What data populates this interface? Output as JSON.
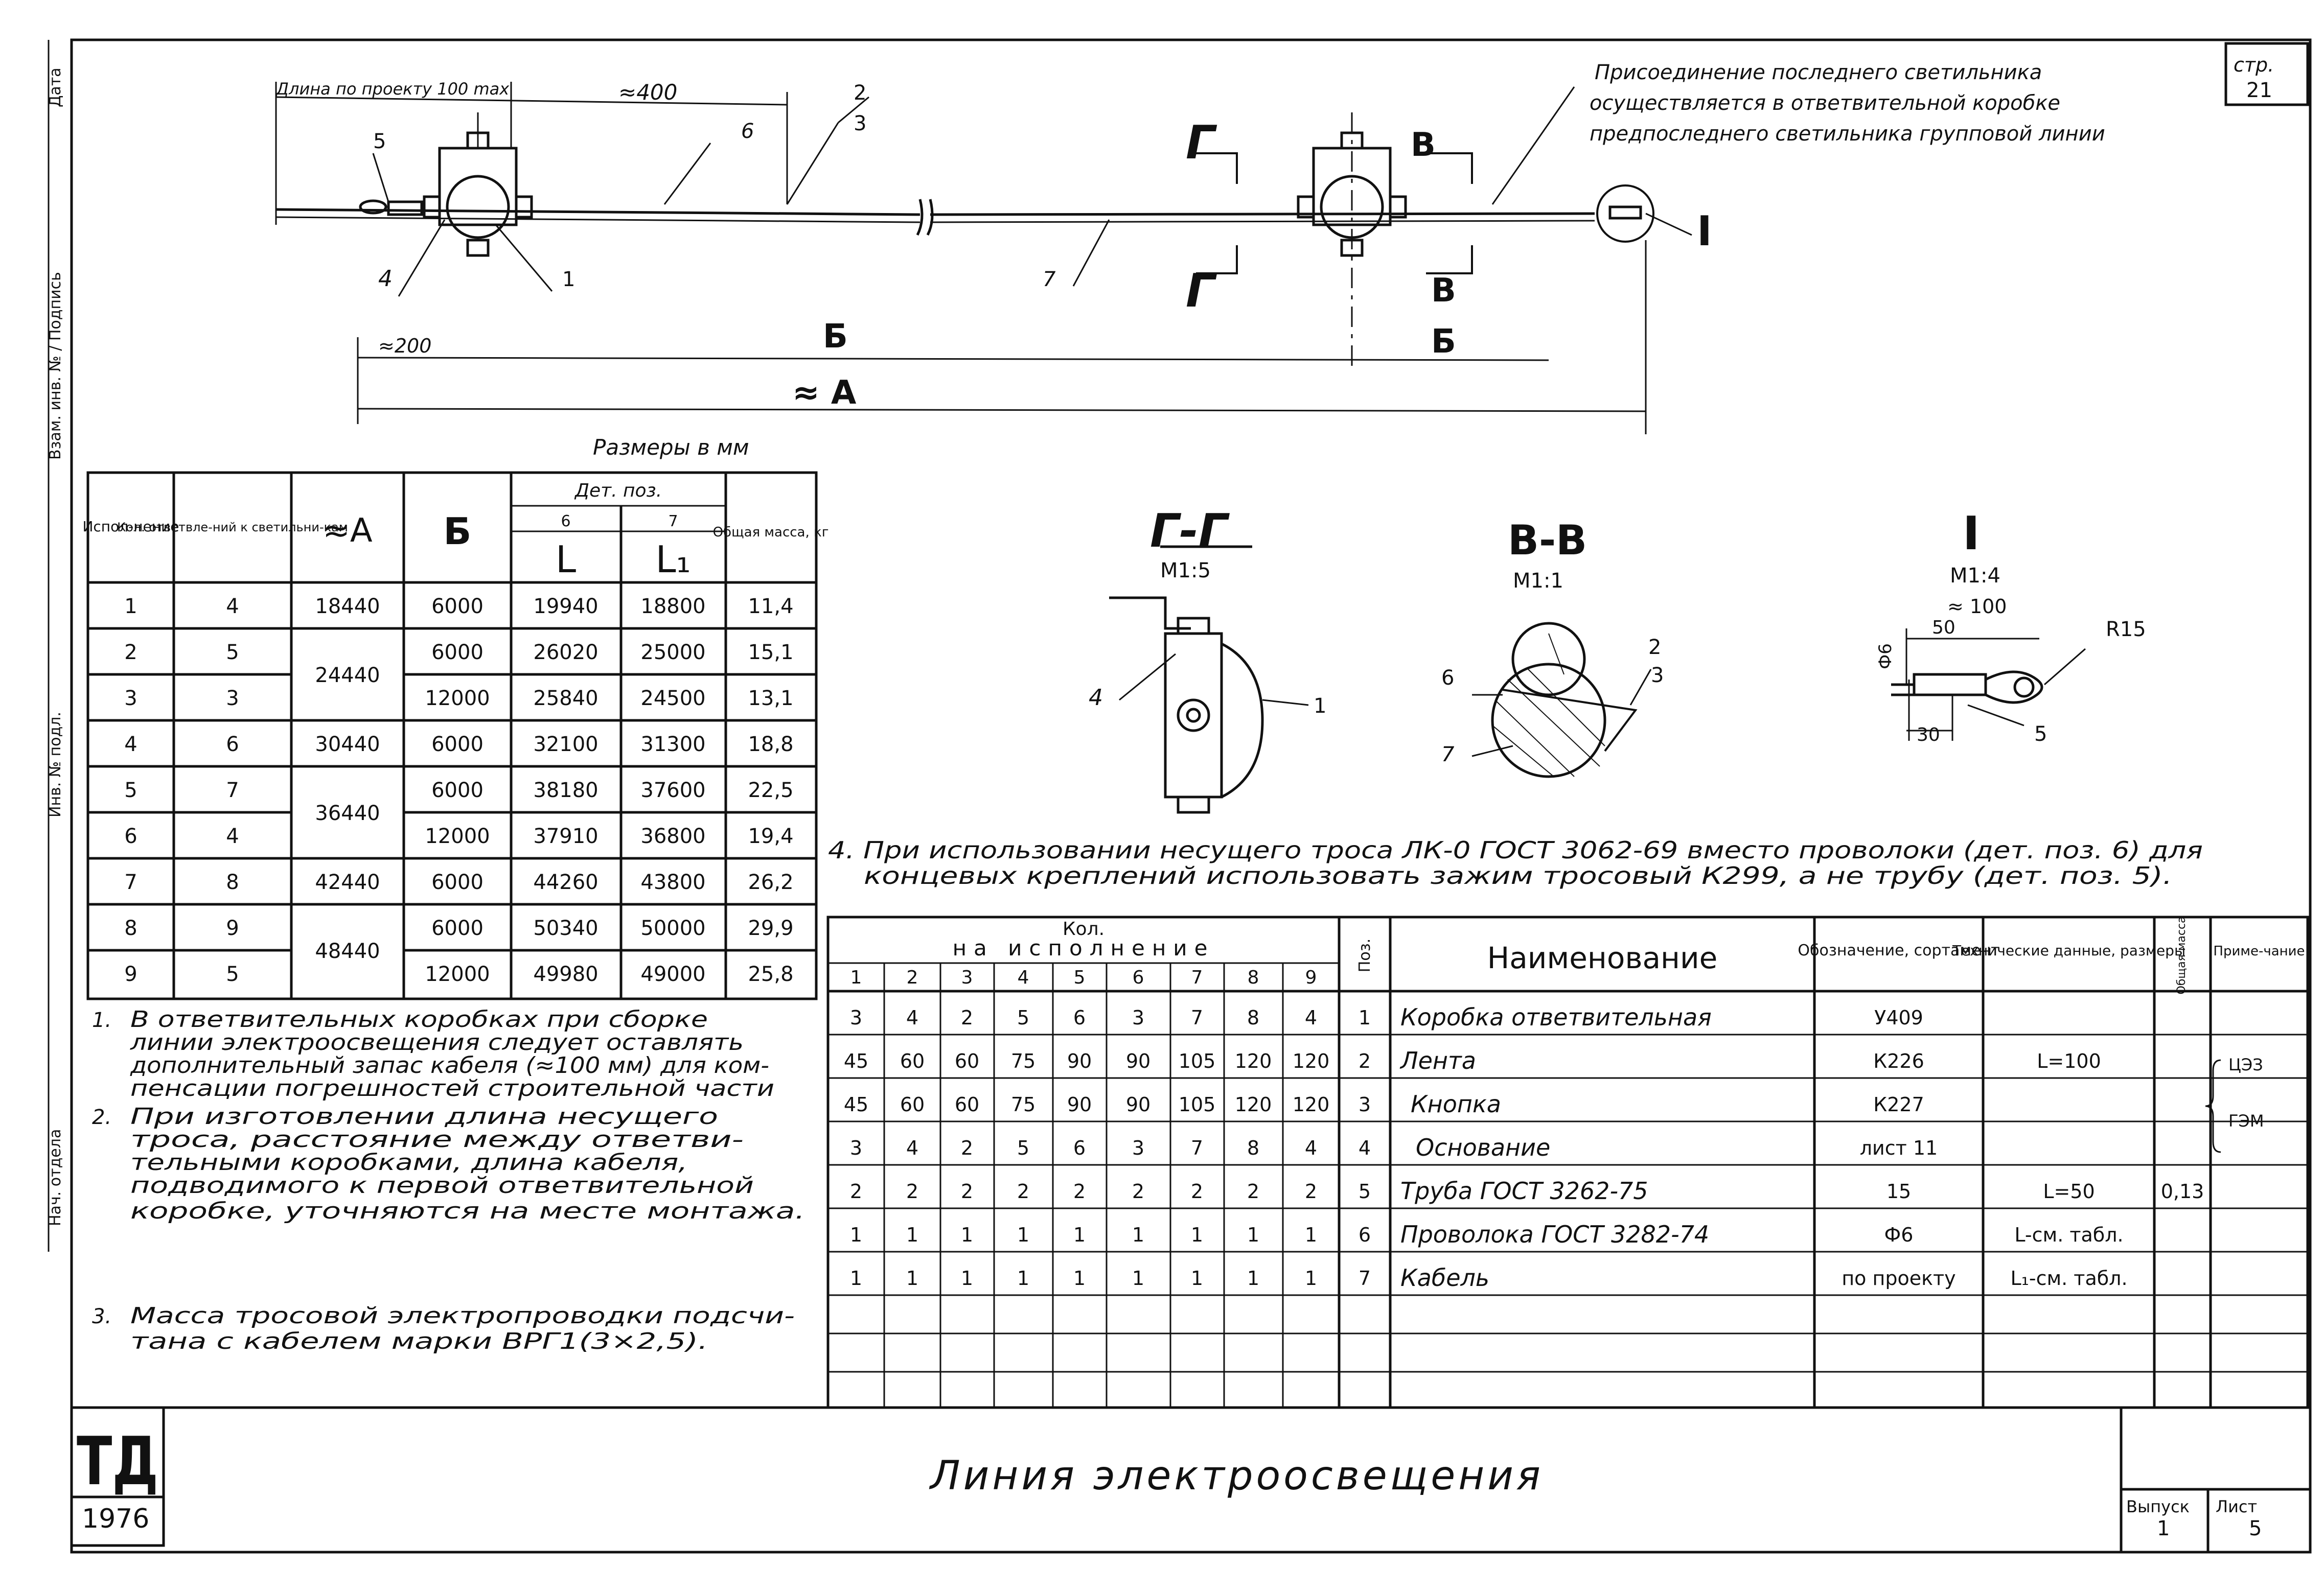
{
  "sheet_page_label": "стр.",
  "sheet_page": "21",
  "side_stamps": [
    "Дата",
    "Взам. инв. № / Подпись",
    "Инв. № подл.",
    "Нач. отдела"
  ],
  "note_top": [
    "Присоединение последнего светильника",
    "осуществляется в ответвительной коробке",
    "предпоследнего светильника групповой линии"
  ],
  "drawing": {
    "len_label": "Длина по проекту 100 max",
    "approx400": "≈400",
    "approx200": "≈200",
    "dim_B": "Б",
    "dim_A": "≈ А",
    "sec_G": "Г",
    "sec_V": "В",
    "node_I": "I",
    "callouts": [
      "5",
      "6",
      "2",
      "3",
      "4",
      "1",
      "7"
    ]
  },
  "dims_caption": "Размеры в мм",
  "sizes_table": {
    "h_isp": "Испол-нение",
    "h_kol": "Кол. ответвле-ний к светильни-кам",
    "h_A": "≈А",
    "h_B": "Б",
    "h_det": "Дет. поз.",
    "h_6": "6",
    "h_7": "7",
    "h_L": "L",
    "h_L1": "L₁",
    "h_mass": "Общая масса, кг",
    "rows": [
      [
        "1",
        "4",
        "18440",
        "6000",
        "19940",
        "18800",
        "11,4"
      ],
      [
        "2",
        "5",
        "24440",
        "6000",
        "26020",
        "25000",
        "15,1"
      ],
      [
        "3",
        "3",
        "",
        "12000",
        "25840",
        "24500",
        "13,1"
      ],
      [
        "4",
        "6",
        "30440",
        "6000",
        "32100",
        "31300",
        "18,8"
      ],
      [
        "5",
        "7",
        "36440",
        "6000",
        "38180",
        "37600",
        "22,5"
      ],
      [
        "6",
        "4",
        "",
        "12000",
        "37910",
        "36800",
        "19,4"
      ],
      [
        "7",
        "8",
        "42440",
        "6000",
        "44260",
        "43800",
        "26,2"
      ],
      [
        "8",
        "9",
        "48440",
        "6000",
        "50340",
        "50000",
        "29,9"
      ],
      [
        "9",
        "5",
        "",
        "12000",
        "49980",
        "49000",
        "25,8"
      ]
    ]
  },
  "sections": {
    "gg_title": "Г-Г",
    "gg_scale": "М1:5",
    "vv_title": "В-В",
    "vv_scale": "М1:1",
    "i_title": "I",
    "i_scale": "М1:4",
    "i_dim100": "≈ 100",
    "i_dim50": "50",
    "i_dim30": "30",
    "i_r": "R15",
    "i_phi": "Ф6"
  },
  "note4": [
    "4. При использовании несущего троса ЛК-0 ГОСТ 3062-69 вместо проволоки (дет. поз. 6) для",
    "концевых креплений использовать зажим тросовый К299, а не трубу (дет. поз. 5)."
  ],
  "notes": [
    [
      "1.",
      "В ответвительных коробках при сборке",
      "линии электроосвещения следует оставлять",
      "дополнительный запас кабеля (≈100 мм) для ком-",
      "пенсации погрешностей строительной части"
    ],
    [
      "2.",
      "При изготовлении длина несущего",
      "троса, расстояние между ответви-",
      "тельными коробками, длина кабеля,",
      "подводимого к первой ответвительной",
      "коробке, уточняются на месте монтажа."
    ],
    [
      "3.",
      "Масса тросовой электропроводки подсчи-",
      "тана с кабелем марки ВРГ1(3×2,5)."
    ]
  ],
  "spec": {
    "kol_title": "Кол.",
    "kol_sub": "на исполнение",
    "cols": [
      "1",
      "2",
      "3",
      "4",
      "5",
      "6",
      "7",
      "8",
      "9"
    ],
    "poz": "Поз.",
    "name": "Наименование",
    "oboz": "Обозначение, сортамент",
    "tech": "Технические данные, размеры",
    "mass": "Общая масса",
    "prim": "Приме-чание",
    "rows": [
      {
        "q": [
          "3",
          "4",
          "2",
          "5",
          "6",
          "3",
          "7",
          "8",
          "4"
        ],
        "poz": "1",
        "name": "Коробка ответвительная",
        "oboz": "У409",
        "tech": "",
        "mass": ""
      },
      {
        "q": [
          "45",
          "60",
          "60",
          "75",
          "90",
          "90",
          "105",
          "120",
          "120"
        ],
        "poz": "2",
        "name": "Лента",
        "oboz": "К226",
        "tech": "L=100",
        "mass": ""
      },
      {
        "q": [
          "45",
          "60",
          "60",
          "75",
          "90",
          "90",
          "105",
          "120",
          "120"
        ],
        "poz": "3",
        "name": "Кнопка",
        "oboz": "К227",
        "tech": "",
        "mass": ""
      },
      {
        "q": [
          "3",
          "4",
          "2",
          "5",
          "6",
          "3",
          "7",
          "8",
          "4"
        ],
        "poz": "4",
        "name": "Основание",
        "oboz": "лист 11",
        "tech": "",
        "mass": ""
      },
      {
        "q": [
          "2",
          "2",
          "2",
          "2",
          "2",
          "2",
          "2",
          "2",
          "2"
        ],
        "poz": "5",
        "name": "Труба ГОСТ 3262-75",
        "oboz": "15",
        "tech": "L=50",
        "mass": "0,13"
      },
      {
        "q": [
          "1",
          "1",
          "1",
          "1",
          "1",
          "1",
          "1",
          "1",
          "1"
        ],
        "poz": "6",
        "name": "Проволока ГОСТ 3282-74",
        "oboz": "Ф6",
        "tech": "L-см. табл.",
        "mass": ""
      },
      {
        "q": [
          "1",
          "1",
          "1",
          "1",
          "1",
          "1",
          "1",
          "1",
          "1"
        ],
        "poz": "7",
        "name": "Кабель",
        "oboz": "по проекту",
        "tech": "L₁-см. табл.",
        "mass": ""
      }
    ],
    "prim_note": [
      "ЦЭЗ",
      "ГЭМ"
    ]
  },
  "title_block": {
    "logo": "ТД",
    "year": "1976",
    "title": "Линия электроосвещения",
    "vyp_label": "Выпуск",
    "vyp": "1",
    "list_label": "Лист",
    "list": "5"
  }
}
